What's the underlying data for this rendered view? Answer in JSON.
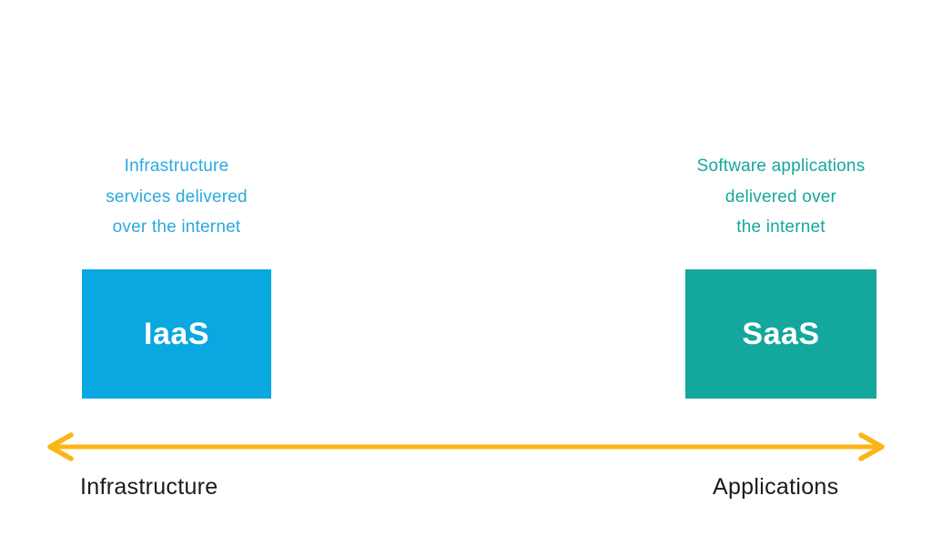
{
  "colors": {
    "background": "#ffffff",
    "iaas_box": "#0aa8e0",
    "iaas_caption": "#2aa9e0",
    "saas_box": "#14a79d",
    "saas_caption": "#16a79d",
    "arrow_yellow": "#fbb515",
    "axis_label": "#1b1b1b"
  },
  "iaas": {
    "caption_lines": [
      "Infrastructure",
      "services delivered",
      "over the internet"
    ],
    "caption_full": "Infrastructure services delivered over the internet",
    "box_label": "IaaS"
  },
  "saas": {
    "caption_lines": [
      "Software applications",
      "delivered over",
      "the internet"
    ],
    "caption_full": "Software applications delivered over the internet",
    "box_label": "SaaS"
  },
  "axis": {
    "left_label": "Infrastructure",
    "right_label": "Applications",
    "arrow_style": "double-headed-arrow"
  }
}
